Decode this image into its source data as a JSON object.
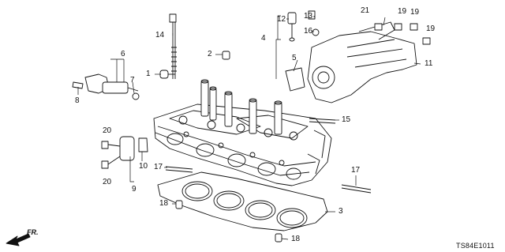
{
  "diagram": {
    "code": "TS84E1011",
    "direction": "FR.",
    "callouts": [
      {
        "id": "c1",
        "text": "1"
      },
      {
        "id": "c2",
        "text": "2"
      },
      {
        "id": "c3",
        "text": "3"
      },
      {
        "id": "c4",
        "text": "4"
      },
      {
        "id": "c5",
        "text": "5"
      },
      {
        "id": "c6",
        "text": "6"
      },
      {
        "id": "c7",
        "text": "7"
      },
      {
        "id": "c8",
        "text": "8"
      },
      {
        "id": "c9",
        "text": "9"
      },
      {
        "id": "c10",
        "text": "10"
      },
      {
        "id": "c11",
        "text": "11"
      },
      {
        "id": "c12",
        "text": "12"
      },
      {
        "id": "c13",
        "text": "13"
      },
      {
        "id": "c14",
        "text": "14"
      },
      {
        "id": "c15",
        "text": "15"
      },
      {
        "id": "c16",
        "text": "16"
      },
      {
        "id": "c17a",
        "text": "17"
      },
      {
        "id": "c17b",
        "text": "17"
      },
      {
        "id": "c18a",
        "text": "18"
      },
      {
        "id": "c18b",
        "text": "18"
      },
      {
        "id": "c19a",
        "text": "19"
      },
      {
        "id": "c19b",
        "text": "19"
      },
      {
        "id": "c19c",
        "text": "19"
      },
      {
        "id": "c20a",
        "text": "20"
      },
      {
        "id": "c20b",
        "text": "20"
      },
      {
        "id": "c21",
        "text": "21"
      }
    ]
  }
}
